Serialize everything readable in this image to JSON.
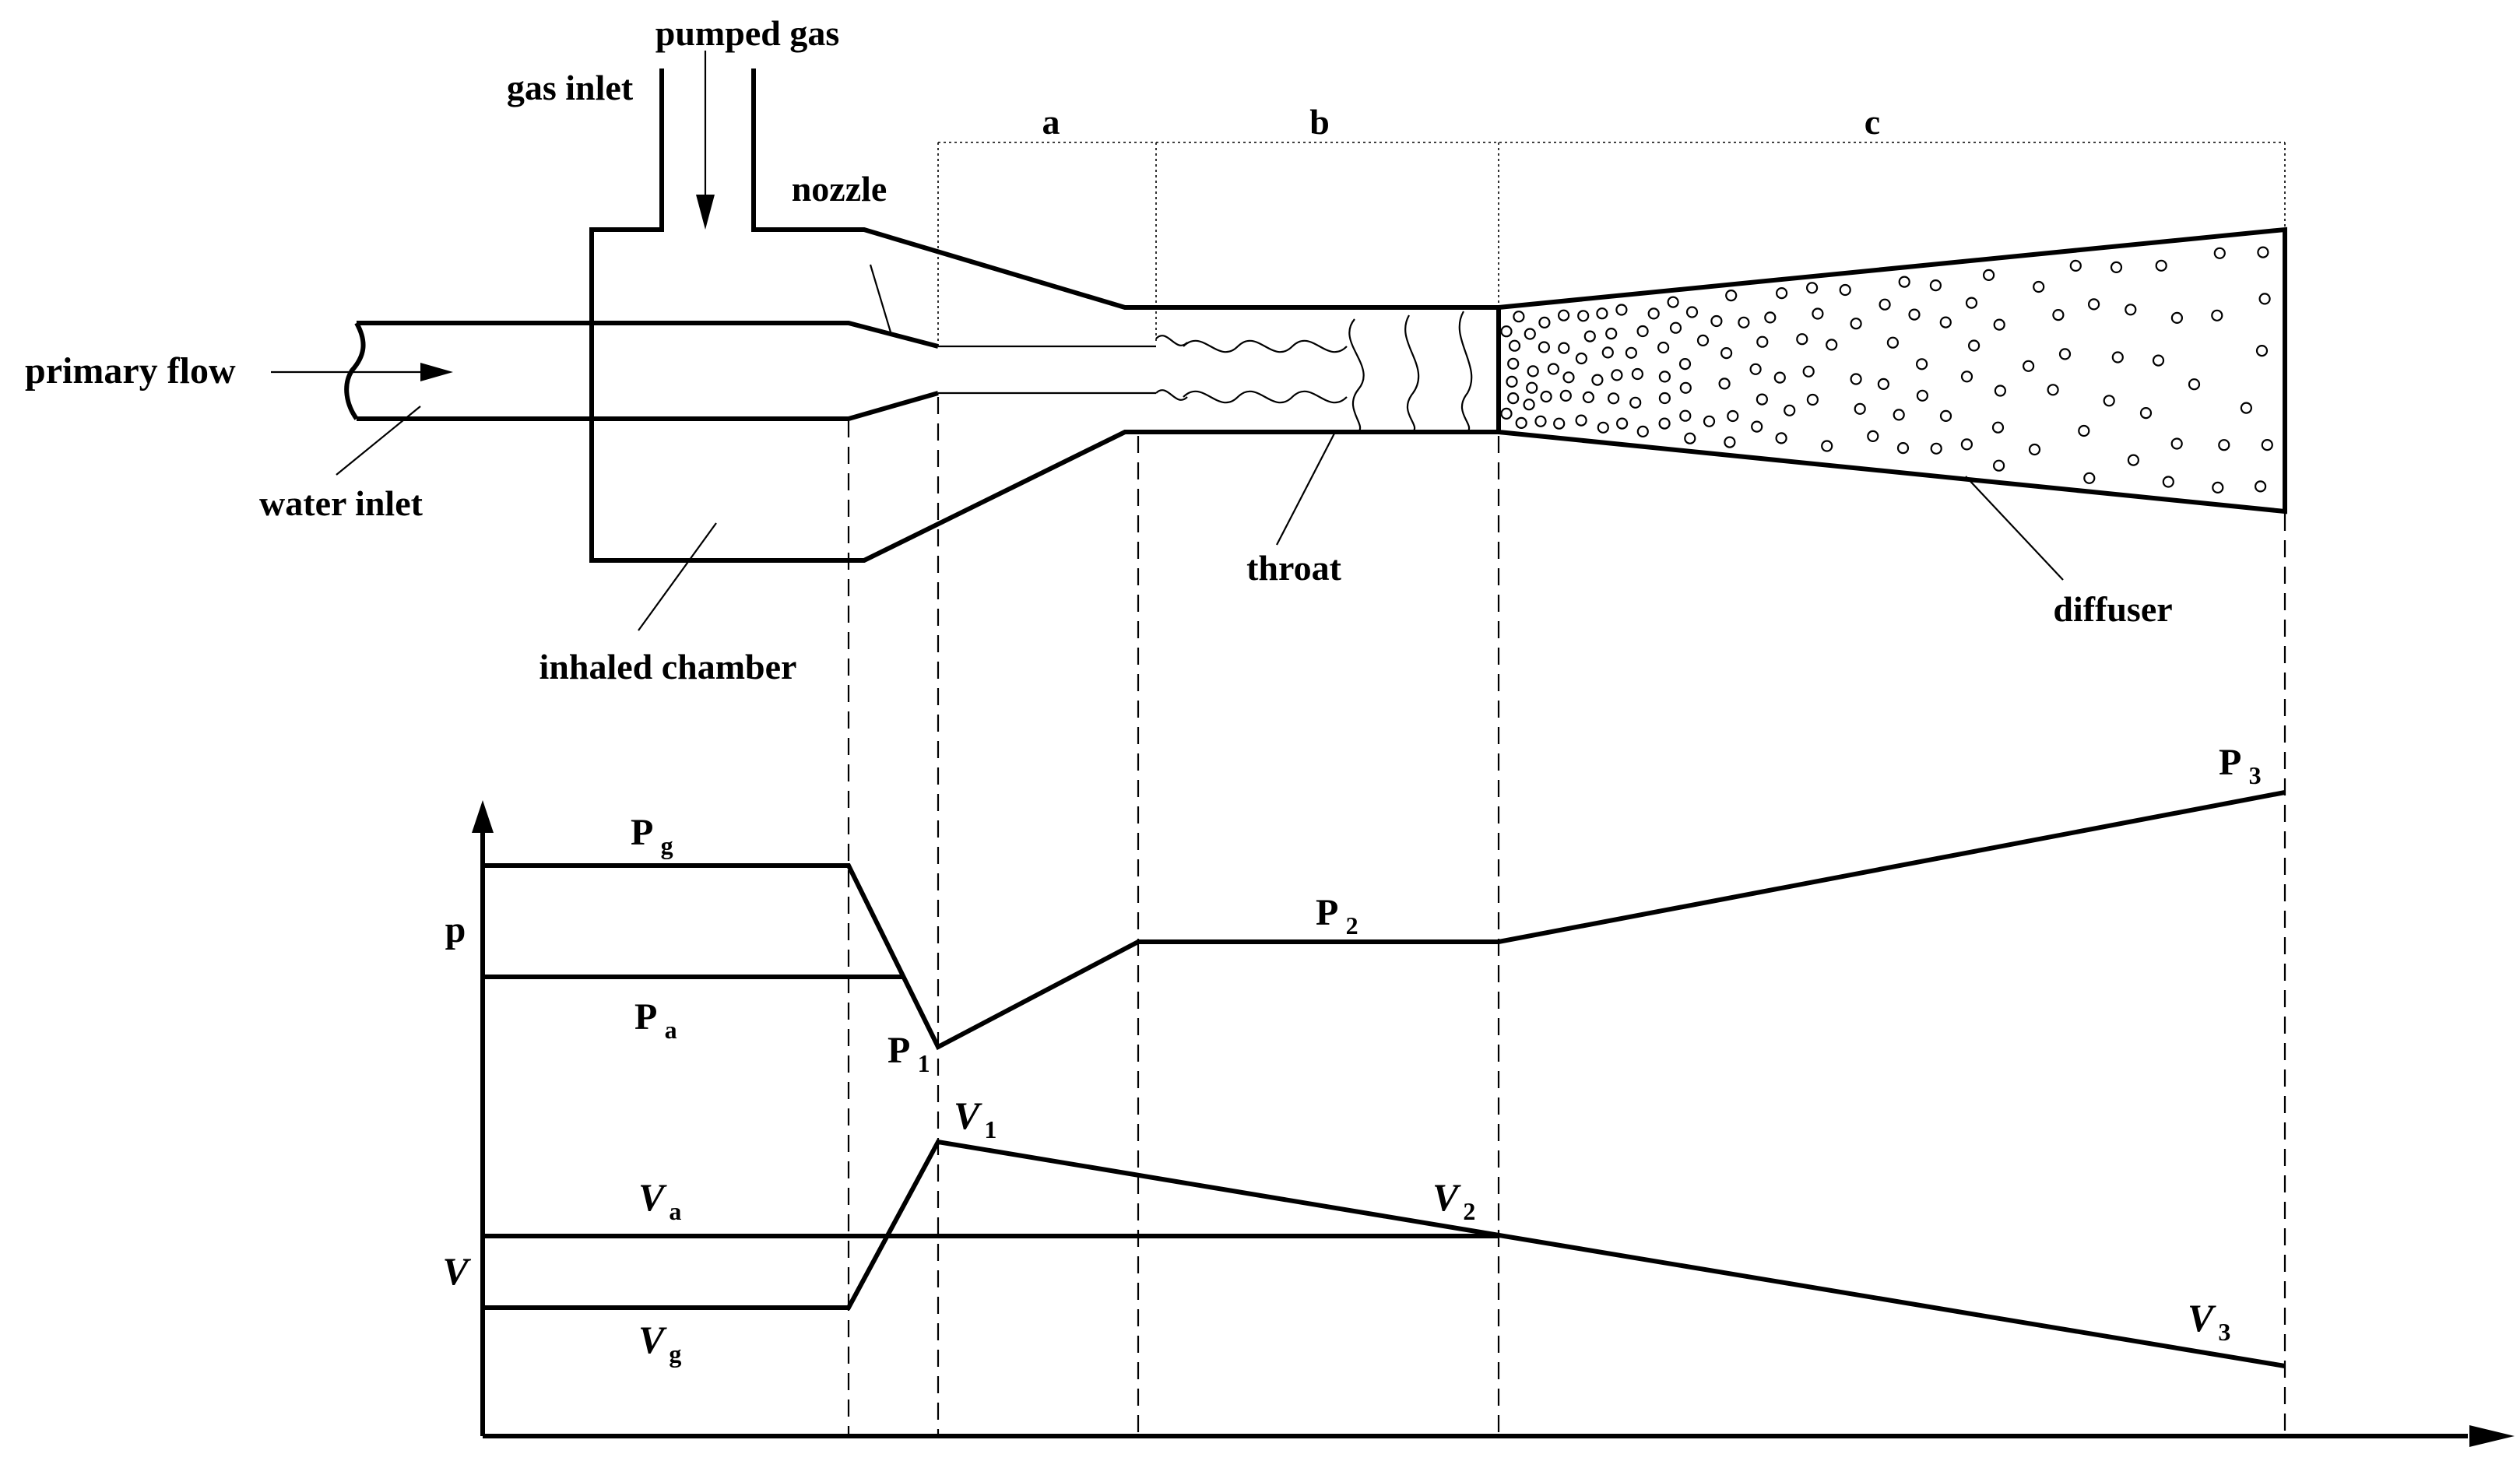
{
  "labels": {
    "pumped_gas": "pumped gas",
    "gas_inlet": "gas inlet",
    "nozzle": "nozzle",
    "primary_flow": "primary flow",
    "water_inlet": "water inlet",
    "inhaled_chamber": "inhaled chamber",
    "throat": "throat",
    "diffuser": "diffuser"
  },
  "sections": {
    "a": "a",
    "b": "b",
    "c": "c"
  },
  "axes": {
    "p": "p",
    "v": "V"
  },
  "pressure": {
    "pg": {
      "main": "P",
      "sub": "g"
    },
    "pa": {
      "main": "P",
      "sub": "a"
    },
    "p1": {
      "main": "P",
      "sub": "1"
    },
    "p2": {
      "main": "P",
      "sub": "2"
    },
    "p3": {
      "main": "P",
      "sub": "3"
    }
  },
  "velocity": {
    "v1": {
      "main": "V",
      "sub": "1"
    },
    "va": {
      "main": "V",
      "sub": "a"
    },
    "v2": {
      "main": "V",
      "sub": "2"
    },
    "vg": {
      "main": "V",
      "sub": "g"
    },
    "v3": {
      "main": "V",
      "sub": "3"
    }
  }
}
